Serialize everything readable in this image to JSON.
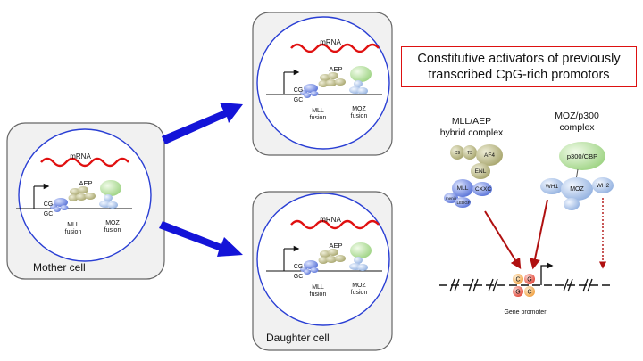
{
  "headline": {
    "line1": "Constitutive activators of previously",
    "line2": "transcribed CpG-rich promotors"
  },
  "cells": {
    "mother": {
      "label": "Mother cell"
    },
    "daughter": {
      "label": "Daughter cell"
    },
    "mrna": "mRNA",
    "aep": "AEP",
    "cg": "CG",
    "gc": "GC",
    "mll_fusion": [
      "MLL",
      "fusion"
    ],
    "moz_fusion": [
      "MOZ",
      "fusion"
    ]
  },
  "mll_complex": {
    "title": [
      "MLL/AEP",
      "hybrid complex"
    ],
    "parts": {
      "c9": "C9",
      "t3": "T3",
      "af4": "AF4",
      "enl": "ENL",
      "mll": "MLL",
      "cxxc": "CXXC",
      "menin": "menin",
      "ledgf": "LEDGF"
    }
  },
  "moz_complex": {
    "title": [
      "MOZ/p300",
      "complex"
    ],
    "parts": {
      "p300": "p300/CBP",
      "wh1": "WH1",
      "moz": "MOZ",
      "wh2": "WH2"
    }
  },
  "promoter": {
    "label": "Gene promoter",
    "cpg": [
      "C",
      "G",
      "G",
      "C"
    ]
  },
  "colors": {
    "cell_border": "#2a3fd4",
    "mrna": "#e01010",
    "arrow_blue": "#1414d8",
    "arrow_red": "#b01010",
    "aep": "#b9b784",
    "mll": "#7d93e6",
    "moz": "#b3c9e9",
    "green": "#b8e0a0"
  }
}
